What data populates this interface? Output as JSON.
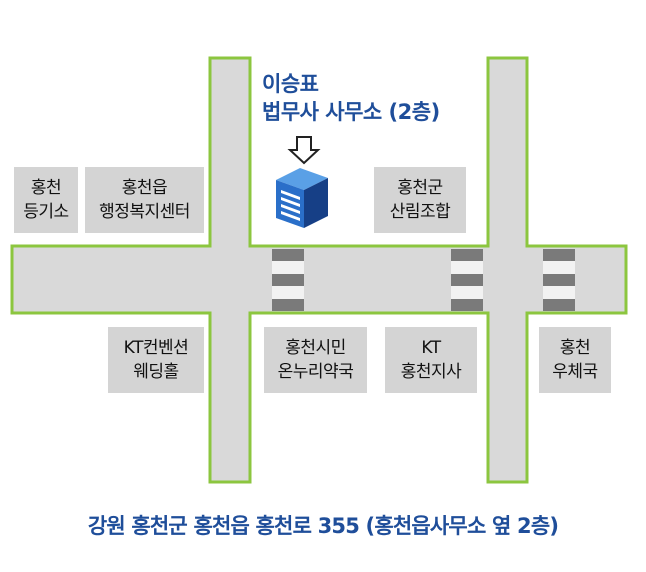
{
  "office": {
    "name_line1": "이승표",
    "name_line2": "법무사 사무소 (2층)"
  },
  "landmarks": [
    {
      "id": "hongcheon-registry",
      "line1": "홍천",
      "line2": "등기소"
    },
    {
      "id": "hongcheon-eup-office",
      "line1": "홍천읍",
      "line2": "행정복지센터"
    },
    {
      "id": "forestry-coop",
      "line1": "홍천군",
      "line2": "산림조합"
    },
    {
      "id": "kt-convention",
      "line1": "KT컨벤션",
      "line2": "웨딩홀"
    },
    {
      "id": "citizen-pharmacy",
      "line1": "홍천시민",
      "line2": "온누리약국"
    },
    {
      "id": "kt-branch",
      "line1": "KT",
      "line2": "홍천지사"
    },
    {
      "id": "post-office",
      "line1": "홍천",
      "line2": "우체국"
    }
  ],
  "address": "강원 홍천군 홍천읍 홍천로 355 (홍천읍사무소 옆 2층)",
  "colors": {
    "road_fill": "#d9d9d9",
    "road_edge": "#8cc63f",
    "label_bg": "#d4d4d4",
    "accent_text": "#1f4e9a",
    "crosswalk_light": "#f2f2f2",
    "crosswalk_dark": "#7a7a7a"
  },
  "icons": {
    "arrow": "down-arrow-icon",
    "building": "building-icon"
  }
}
